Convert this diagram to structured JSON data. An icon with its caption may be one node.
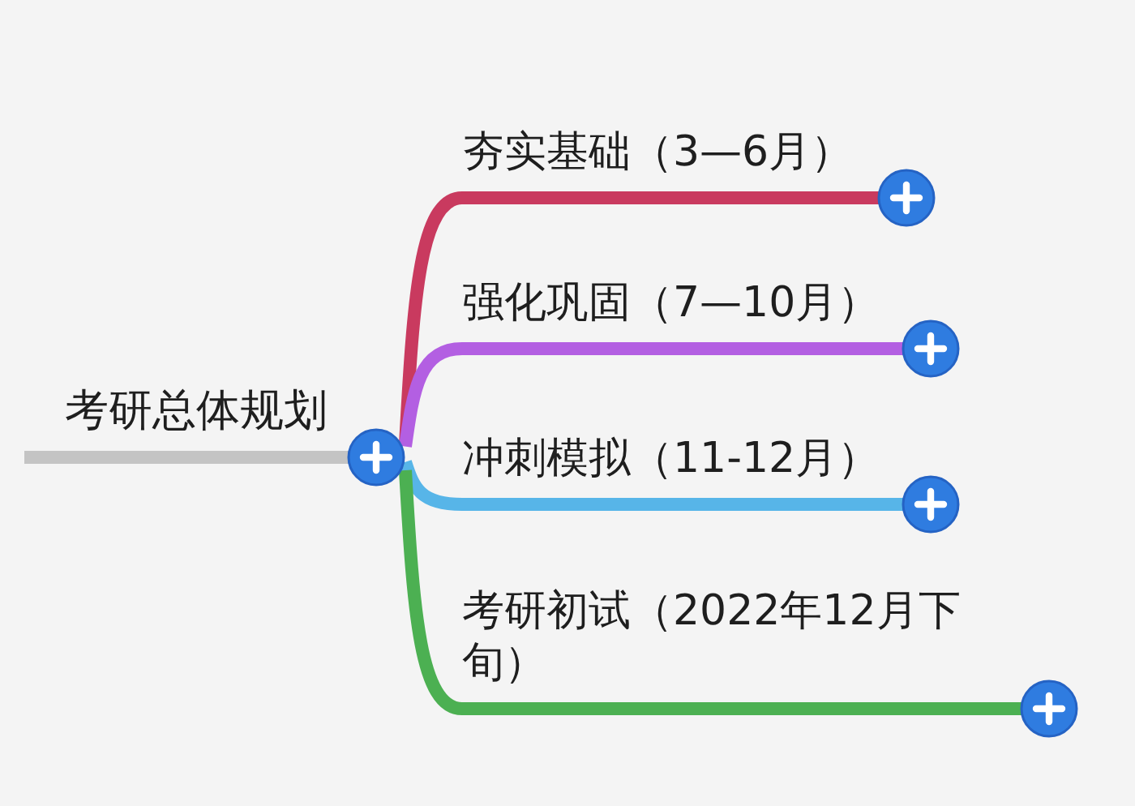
{
  "diagram": {
    "nodes": [
      {
        "text": [
          "考研总体规划"
        ]
      },
      {
        "text": [
          "夯实基础（3—6月）"
        ]
      },
      {
        "text": [
          "强化巩固（7—10月）"
        ]
      },
      {
        "text": [
          "冲刺模拟（11-12月）"
        ]
      },
      {
        "text": [
          "考研初试（2022年12月下旬）"
        ]
      }
    ],
    "edges": [
      {
        "from": 0,
        "to": 1,
        "arrow": "none",
        "color": "#c93a5f"
      },
      {
        "from": 0,
        "to": 2,
        "arrow": "none",
        "color": "#b35fe2"
      },
      {
        "from": 0,
        "to": 3,
        "arrow": "none",
        "color": "#57b5e8"
      },
      {
        "from": 0,
        "to": 4,
        "arrow": "none",
        "color": "#4cb052"
      }
    ]
  }
}
